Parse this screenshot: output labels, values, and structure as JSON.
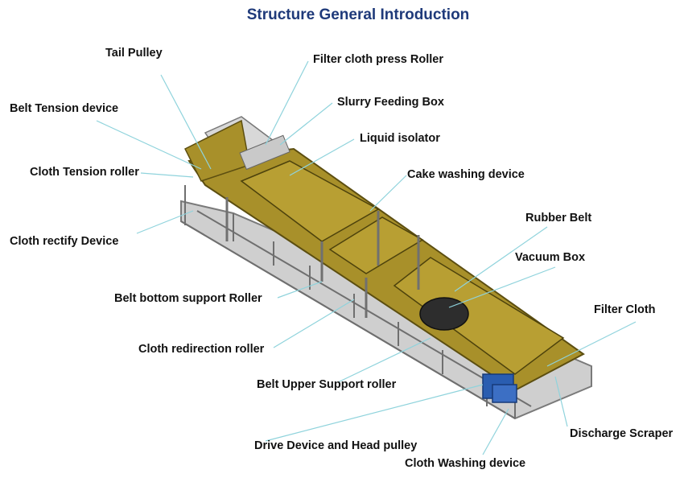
{
  "title": "Structure General Introduction",
  "labels": {
    "tail_pulley": "Tail Pulley",
    "filter_cloth_press_roller": "Filter cloth press Roller",
    "belt_tension_device": "Belt Tension device",
    "slurry_feeding_box": "Slurry Feeding Box",
    "liquid_isolator": "Liquid isolator",
    "cloth_tension_roller": "Cloth Tension roller",
    "cake_washing_device": "Cake washing device",
    "rubber_belt": "Rubber Belt",
    "cloth_rectify_device": "Cloth rectify Device",
    "vacuum_box": "Vacuum Box",
    "belt_bottom_support_roller": "Belt bottom support Roller",
    "filter_cloth": "Filter Cloth",
    "cloth_redirection_roller": "Cloth redirection roller",
    "belt_upper_support_roller": "Belt Upper Support roller",
    "discharge_scraper": "Discharge Scraper",
    "drive_device_and_head_pulley": "Drive Device and Head pulley",
    "cloth_washing_device": "Cloth Washing device"
  },
  "colors": {
    "title": "#1f3a7a",
    "leader_line": "#8fd3dc",
    "belt": "#a8902a",
    "frame": "#8a8a8a",
    "motor": "#2a5db0"
  }
}
